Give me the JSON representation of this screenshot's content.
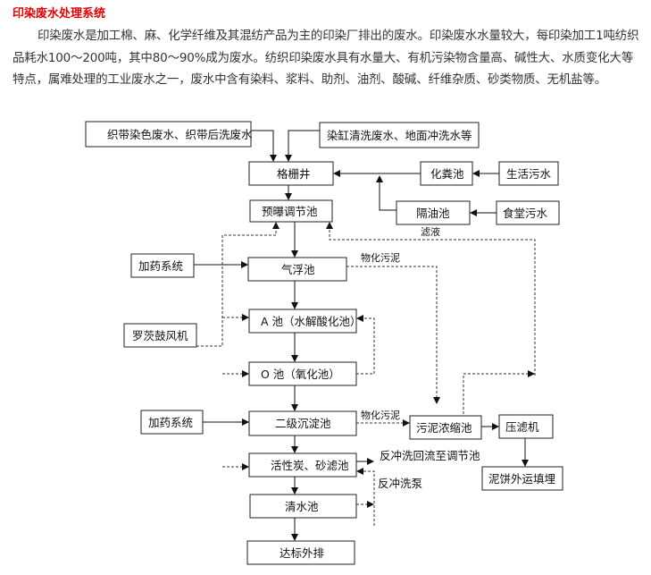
{
  "title": "印染废水处理系统",
  "paragraph": "印染废水是加工棉、麻、化学纤维及其混纺产品为主的印染厂排出的废水。印染废水水量较大，每印染加工1吨纺织品耗水100～200吨，其中80～90%成为废水。纺织印染废水具有水量大、有机污染物含量高、碱性大、水质变化大等特点，属难处理的工业废水之一，废水中含有染料、浆料、助剂、油剂、酸碱、纤维杂质、砂类物质、无机盐等。",
  "diagram": {
    "nodes": {
      "dyeing_wastewater": "织带染色废水、织带后洗废水",
      "vat_wastewater": "染缸清洗废水、地面冲洗水等",
      "grille_well": "格栅井",
      "septic_tank": "化粪池",
      "domestic_sewage": "生活污水",
      "oil_separator": "隔油池",
      "canteen_sewage": "食堂污水",
      "pre_aeration_tank": "预曝调节池",
      "dosing_system_1": "加药系统",
      "air_flotation_tank": "气浮池",
      "tank_a": "A 池（水解酸化池）",
      "roots_blower": "罗茨鼓风机",
      "tank_o": "O 池（氧化池）",
      "dosing_system_2": "加药系统",
      "secondary_sedimentation": "二级沉淀池",
      "sludge_thickener": "污泥浓缩池",
      "filter_press": "压滤机",
      "carbon_sand_filter": "活性炭、砂滤池",
      "sludge_cake": "泥饼外运填埋",
      "clear_water_tank": "清水池",
      "discharge": "达标外排"
    },
    "labels": {
      "filtrate": "滤液",
      "chem_sludge_1": "物化污泥",
      "chem_sludge_2": "物化污泥",
      "backwash_return": "反冲洗回流至调节池",
      "backwash_pump": "反冲洗泵"
    }
  }
}
